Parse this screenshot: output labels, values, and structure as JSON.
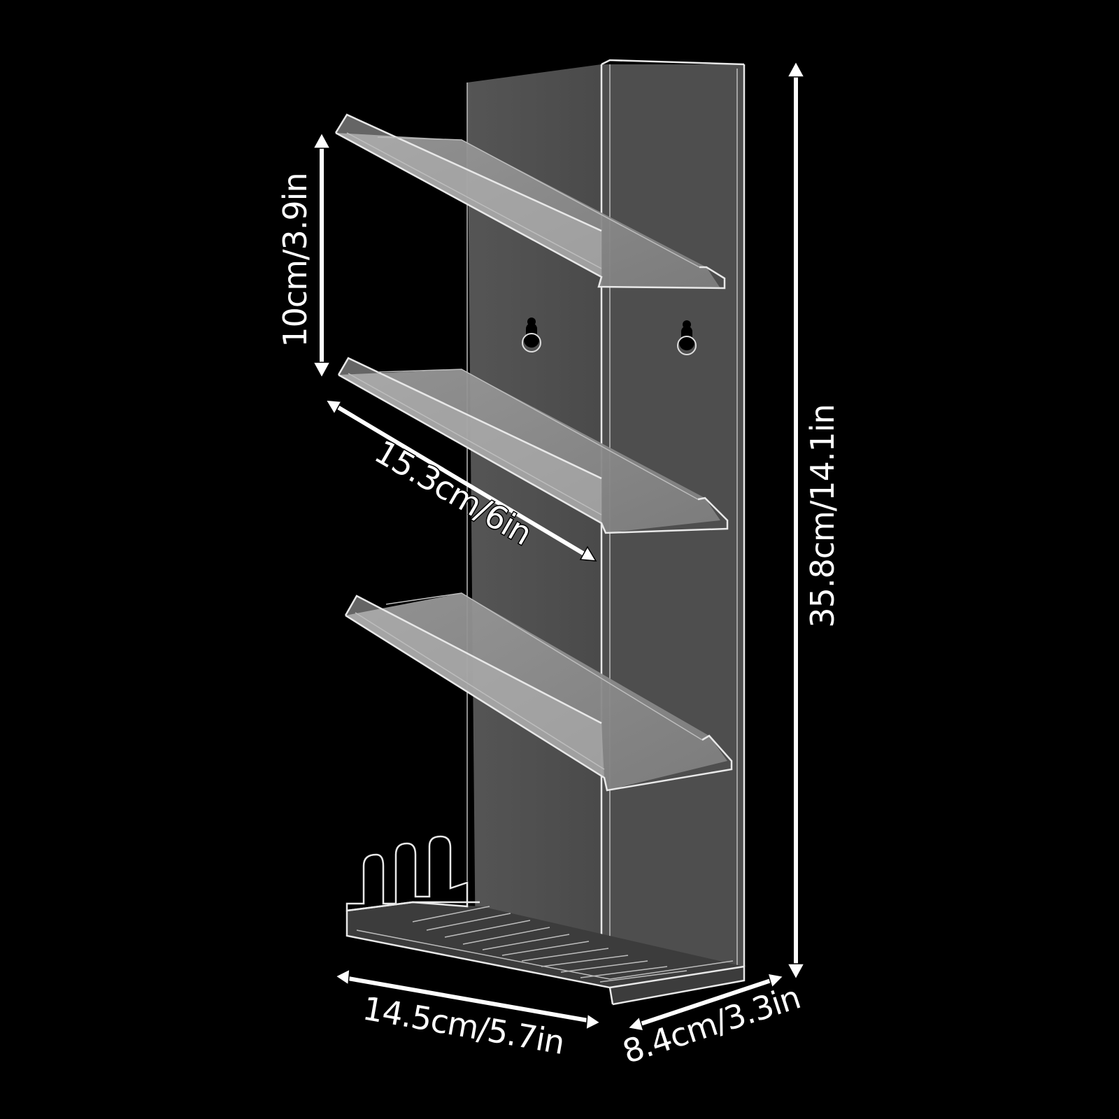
{
  "image": {
    "background": "#000000",
    "subject": "acrylic-wall-shelf",
    "colors": {
      "back_panel": "#4d4d4d",
      "shelf_face": "#8a8a8a",
      "edge": "#e8e8e8"
    }
  },
  "dimensions": {
    "shelf_spacing": "10cm/3.9in",
    "shelf_depth": "15.3cm/6in",
    "total_height": "35.8cm/14.1in",
    "base_width": "14.5cm/5.7in",
    "base_depth": "8.4cm/3.3in"
  }
}
